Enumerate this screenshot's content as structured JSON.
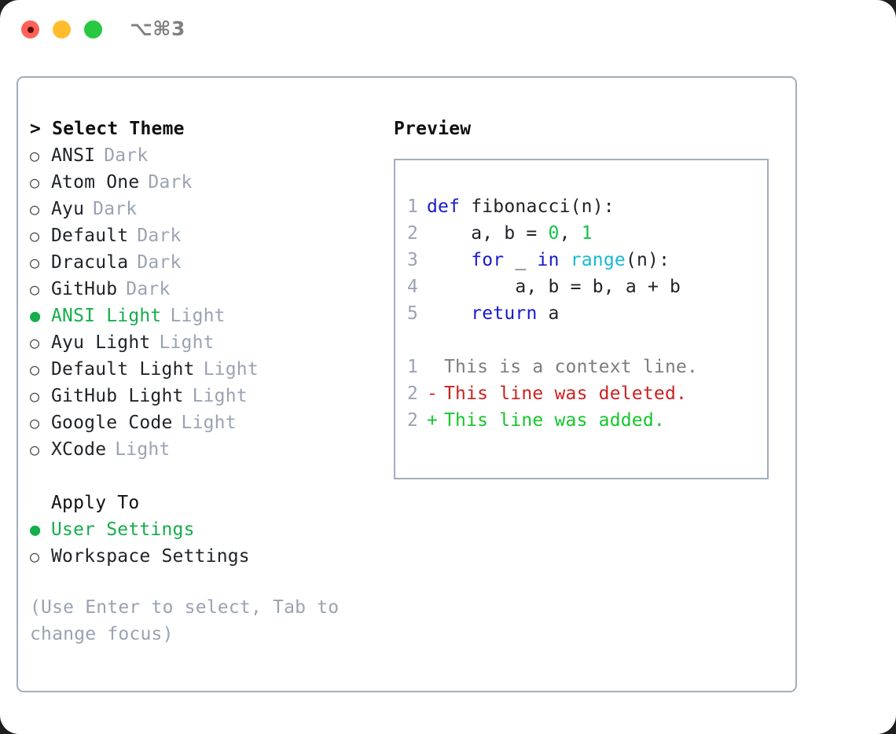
{
  "window": {
    "title_shortcut": "⌥⌘3",
    "traffic_lights": [
      {
        "name": "close",
        "color": "#ff6159"
      },
      {
        "name": "minimize",
        "color": "#ffbd2e"
      },
      {
        "name": "maximize",
        "color": "#28c840"
      }
    ]
  },
  "theme_picker": {
    "heading": "> Select Theme",
    "selected_bullet": "●",
    "unselected_bullet": "○",
    "accent_color": "#14ae4b",
    "muted_color": "#9aa3b2",
    "items": [
      {
        "label": "ANSI",
        "variant": "Dark",
        "selected": false
      },
      {
        "label": "Atom One",
        "variant": "Dark",
        "selected": false
      },
      {
        "label": "Ayu",
        "variant": "Dark",
        "selected": false
      },
      {
        "label": "Default",
        "variant": "Dark",
        "selected": false
      },
      {
        "label": "Dracula",
        "variant": "Dark",
        "selected": false
      },
      {
        "label": "GitHub",
        "variant": "Dark",
        "selected": false
      },
      {
        "label": "ANSI Light",
        "variant": "Light",
        "selected": true
      },
      {
        "label": "Ayu Light",
        "variant": "Light",
        "selected": false
      },
      {
        "label": "Default Light",
        "variant": "Light",
        "selected": false
      },
      {
        "label": "GitHub Light",
        "variant": "Light",
        "selected": false
      },
      {
        "label": "Google Code",
        "variant": "Light",
        "selected": false
      },
      {
        "label": "XCode",
        "variant": "Light",
        "selected": false
      }
    ]
  },
  "apply_to": {
    "heading": "Apply To",
    "options": [
      {
        "label": "User Settings",
        "selected": true
      },
      {
        "label": "Workspace Settings",
        "selected": false
      }
    ]
  },
  "hint": "(Use Enter to select, Tab to change focus)",
  "preview": {
    "heading": "Preview",
    "code": [
      {
        "line_no": "1",
        "tokens": [
          {
            "text": "def",
            "type": "kw"
          },
          {
            "text": " fibonacci(n):",
            "type": "plain"
          }
        ]
      },
      {
        "line_no": "2",
        "tokens": [
          {
            "text": "    a, b = ",
            "type": "plain"
          },
          {
            "text": "0",
            "type": "num"
          },
          {
            "text": ", ",
            "type": "plain"
          },
          {
            "text": "1",
            "type": "num"
          }
        ]
      },
      {
        "line_no": "3",
        "tokens": [
          {
            "text": "    ",
            "type": "plain"
          },
          {
            "text": "for",
            "type": "kw"
          },
          {
            "text": " _ ",
            "type": "plain"
          },
          {
            "text": "in",
            "type": "kw"
          },
          {
            "text": " ",
            "type": "plain"
          },
          {
            "text": "range",
            "type": "fn"
          },
          {
            "text": "(n):",
            "type": "plain"
          }
        ]
      },
      {
        "line_no": "4",
        "tokens": [
          {
            "text": "        a, b = b, a + b",
            "type": "plain"
          }
        ]
      },
      {
        "line_no": "5",
        "tokens": [
          {
            "text": "    ",
            "type": "plain"
          },
          {
            "text": "return",
            "type": "kw"
          },
          {
            "text": " a",
            "type": "plain"
          }
        ]
      }
    ],
    "diff": [
      {
        "line_no": "1",
        "marker": " ",
        "text": "This is a context line.",
        "kind": "context"
      },
      {
        "line_no": "2",
        "marker": "-",
        "text": "This line was deleted.",
        "kind": "deleted"
      },
      {
        "line_no": "2",
        "marker": "+",
        "text": "This line was added.",
        "kind": "added"
      }
    ]
  }
}
